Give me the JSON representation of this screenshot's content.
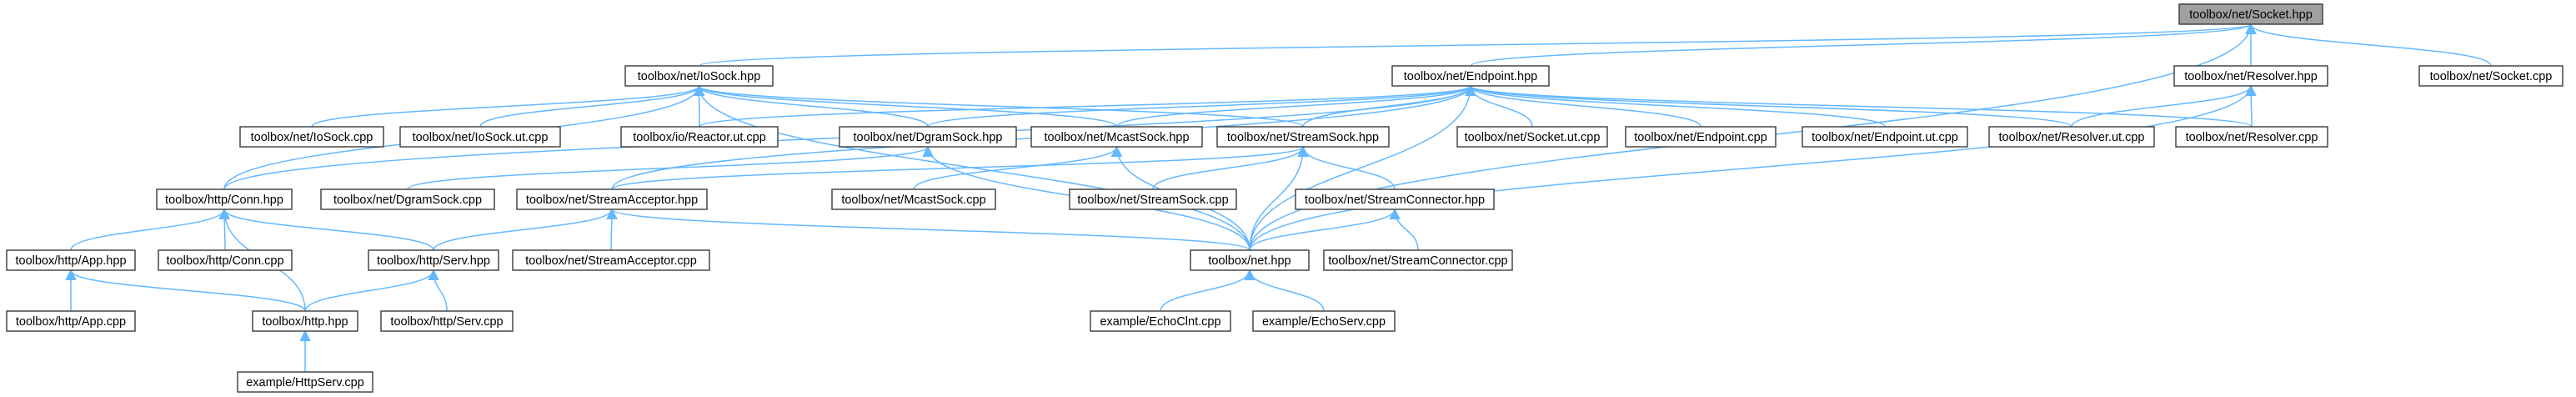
{
  "diagram": {
    "type": "include-dependency-graph",
    "colors": {
      "edge": "#63b8ff",
      "node_border": "#3a3a3a",
      "root_fill": "#a0a0a0",
      "node_fill": "#ffffff"
    },
    "nodes": [
      {
        "id": "socket_hpp",
        "label": "toolbox/net/Socket.hpp",
        "root": true
      },
      {
        "id": "iosock_hpp",
        "label": "toolbox/net/IoSock.hpp"
      },
      {
        "id": "endpoint_hpp",
        "label": "toolbox/net/Endpoint.hpp"
      },
      {
        "id": "resolver_hpp",
        "label": "toolbox/net/Resolver.hpp"
      },
      {
        "id": "socket_cpp",
        "label": "toolbox/net/Socket.cpp"
      },
      {
        "id": "iosock_cpp",
        "label": "toolbox/net/IoSock.cpp"
      },
      {
        "id": "iosock_ut",
        "label": "toolbox/net/IoSock.ut.cpp"
      },
      {
        "id": "reactor_ut",
        "label": "toolbox/io/Reactor.ut.cpp"
      },
      {
        "id": "dgramsock_hpp",
        "label": "toolbox/net/DgramSock.hpp"
      },
      {
        "id": "mcastsock_hpp",
        "label": "toolbox/net/McastSock.hpp"
      },
      {
        "id": "streamsock_hpp",
        "label": "toolbox/net/StreamSock.hpp"
      },
      {
        "id": "socket_ut",
        "label": "toolbox/net/Socket.ut.cpp"
      },
      {
        "id": "endpoint_cpp",
        "label": "toolbox/net/Endpoint.cpp"
      },
      {
        "id": "endpoint_ut",
        "label": "toolbox/net/Endpoint.ut.cpp"
      },
      {
        "id": "resolver_ut",
        "label": "toolbox/net/Resolver.ut.cpp"
      },
      {
        "id": "resolver_cpp",
        "label": "toolbox/net/Resolver.cpp"
      },
      {
        "id": "conn_hpp",
        "label": "toolbox/http/Conn.hpp"
      },
      {
        "id": "dgramsock_cpp",
        "label": "toolbox/net/DgramSock.cpp"
      },
      {
        "id": "streamacceptor_hpp",
        "label": "toolbox/net/StreamAcceptor.hpp"
      },
      {
        "id": "mcastsock_cpp",
        "label": "toolbox/net/McastSock.cpp"
      },
      {
        "id": "streamsock_cpp",
        "label": "toolbox/net/StreamSock.cpp"
      },
      {
        "id": "streamconnector_hpp",
        "label": "toolbox/net/StreamConnector.hpp"
      },
      {
        "id": "app_hpp",
        "label": "toolbox/http/App.hpp"
      },
      {
        "id": "conn_cpp",
        "label": "toolbox/http/Conn.cpp"
      },
      {
        "id": "serv_hpp",
        "label": "toolbox/http/Serv.hpp"
      },
      {
        "id": "streamacceptor_cpp",
        "label": "toolbox/net/StreamAcceptor.cpp"
      },
      {
        "id": "net_hpp",
        "label": "toolbox/net.hpp"
      },
      {
        "id": "streamconnector_cpp",
        "label": "toolbox/net/StreamConnector.cpp"
      },
      {
        "id": "app_cpp",
        "label": "toolbox/http/App.cpp"
      },
      {
        "id": "http_hpp",
        "label": "toolbox/http.hpp"
      },
      {
        "id": "serv_cpp",
        "label": "toolbox/http/Serv.cpp"
      },
      {
        "id": "echoclnt",
        "label": "example/EchoClnt.cpp"
      },
      {
        "id": "echoserv",
        "label": "example/EchoServ.cpp"
      },
      {
        "id": "httpserv",
        "label": "example/HttpServ.cpp"
      }
    ],
    "edges": [
      [
        "iosock_hpp",
        "socket_hpp"
      ],
      [
        "endpoint_hpp",
        "socket_hpp"
      ],
      [
        "resolver_hpp",
        "socket_hpp"
      ],
      [
        "socket_cpp",
        "socket_hpp"
      ],
      [
        "net_hpp",
        "socket_hpp"
      ],
      [
        "iosock_cpp",
        "iosock_hpp"
      ],
      [
        "iosock_ut",
        "iosock_hpp"
      ],
      [
        "reactor_ut",
        "iosock_hpp"
      ],
      [
        "dgramsock_hpp",
        "iosock_hpp"
      ],
      [
        "mcastsock_hpp",
        "iosock_hpp"
      ],
      [
        "streamsock_hpp",
        "iosock_hpp"
      ],
      [
        "conn_hpp",
        "iosock_hpp"
      ],
      [
        "net_hpp",
        "iosock_hpp"
      ],
      [
        "reactor_ut",
        "endpoint_hpp"
      ],
      [
        "dgramsock_hpp",
        "endpoint_hpp"
      ],
      [
        "mcastsock_hpp",
        "endpoint_hpp"
      ],
      [
        "streamsock_hpp",
        "endpoint_hpp"
      ],
      [
        "socket_ut",
        "endpoint_hpp"
      ],
      [
        "endpoint_cpp",
        "endpoint_hpp"
      ],
      [
        "endpoint_ut",
        "endpoint_hpp"
      ],
      [
        "resolver_ut",
        "endpoint_hpp"
      ],
      [
        "resolver_cpp",
        "endpoint_hpp"
      ],
      [
        "conn_hpp",
        "endpoint_hpp"
      ],
      [
        "streamacceptor_hpp",
        "endpoint_hpp"
      ],
      [
        "net_hpp",
        "endpoint_hpp"
      ],
      [
        "resolver_ut",
        "resolver_hpp"
      ],
      [
        "resolver_cpp",
        "resolver_hpp"
      ],
      [
        "net_hpp",
        "resolver_hpp"
      ],
      [
        "dgramsock_cpp",
        "dgramsock_hpp"
      ],
      [
        "net_hpp",
        "dgramsock_hpp"
      ],
      [
        "mcastsock_cpp",
        "mcastsock_hpp"
      ],
      [
        "net_hpp",
        "mcastsock_hpp"
      ],
      [
        "streamsock_cpp",
        "streamsock_hpp"
      ],
      [
        "streamconnector_hpp",
        "streamsock_hpp"
      ],
      [
        "net_hpp",
        "streamsock_hpp"
      ],
      [
        "streamacceptor_hpp",
        "streamsock_hpp"
      ],
      [
        "app_hpp",
        "conn_hpp"
      ],
      [
        "conn_cpp",
        "conn_hpp"
      ],
      [
        "serv_hpp",
        "conn_hpp"
      ],
      [
        "http_hpp",
        "conn_hpp"
      ],
      [
        "serv_hpp",
        "streamacceptor_hpp"
      ],
      [
        "streamacceptor_cpp",
        "streamacceptor_hpp"
      ],
      [
        "net_hpp",
        "streamacceptor_hpp"
      ],
      [
        "net_hpp",
        "streamconnector_hpp"
      ],
      [
        "streamconnector_cpp",
        "streamconnector_hpp"
      ],
      [
        "app_cpp",
        "app_hpp"
      ],
      [
        "http_hpp",
        "app_hpp"
      ],
      [
        "http_hpp",
        "serv_hpp"
      ],
      [
        "serv_cpp",
        "serv_hpp"
      ],
      [
        "echoclnt",
        "net_hpp"
      ],
      [
        "echoserv",
        "net_hpp"
      ],
      [
        "httpserv",
        "http_hpp"
      ]
    ]
  }
}
